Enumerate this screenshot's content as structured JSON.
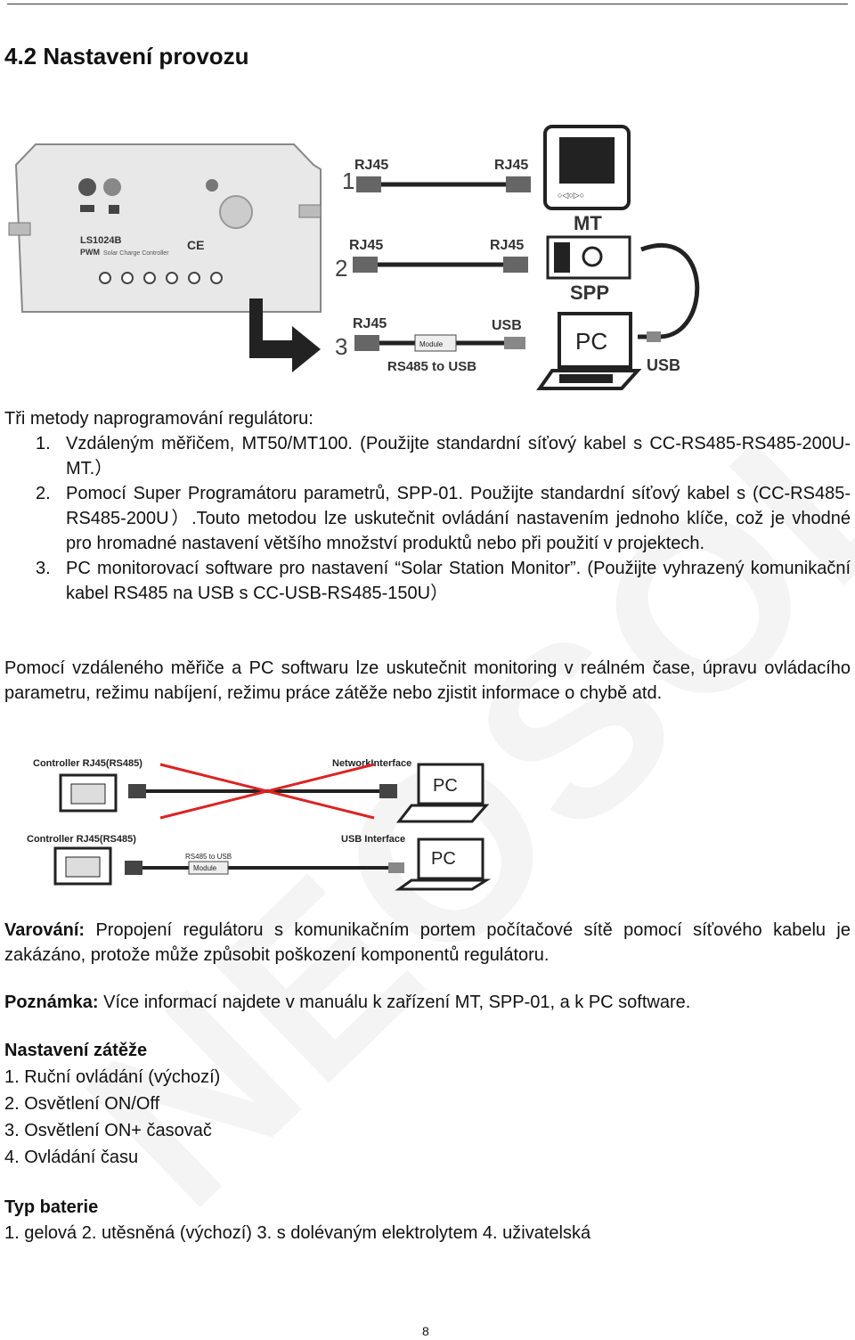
{
  "heading": "4.2 Nastavení provozu",
  "watermark": "NEOSOLAR",
  "figure1": {
    "controller_model": "LS1024B",
    "controller_sub": "PWM",
    "controller_caption": "Solar Charge Controller",
    "ce_mark": "CE",
    "rows": [
      {
        "num": "1",
        "left": "RJ45",
        "right": "RJ45"
      },
      {
        "num": "2",
        "left": "RJ45",
        "right": "RJ45"
      },
      {
        "num": "3",
        "left": "RJ45",
        "right": "USB"
      }
    ],
    "module_label": "Module",
    "module_caption": "RS485 to USB",
    "device_mt": "MT",
    "device_spp": "SPP",
    "device_pc": "PC",
    "usb_label": "USB"
  },
  "intro": "Tři metody naprogramování regulátoru:",
  "methods": [
    {
      "num": "1.",
      "text": "Vzdáleným měřičem, MT50/MT100. (Použijte standardní síťový kabel s CC-RS485-RS485-200U-MT.）"
    },
    {
      "num": "2.",
      "text": "Pomocí Super Programátoru parametrů, SPP-01. Použijte standardní síťový kabel s (CC-RS485-RS485-200U）.Touto metodou lze uskutečnit ovládání nastavením jednoho klíče, což je vhodné pro hromadné nastavení většího množství produktů nebo při použití v projektech."
    },
    {
      "num": "3.",
      "text": "PC monitorovací software pro nastavení “Solar Station Monitor”. (Použijte vyhrazený komunikační kabel RS485 na USB s CC-USB-RS485-150U）"
    }
  ],
  "paragraph": "Pomocí vzdáleného měřiče a PC softwaru lze uskutečnit monitoring v reálném čase, úpravu ovládacího parametru, režimu nabíjení, režimu práce zátěže nebo zjistit informace o chybě atd.",
  "figure2": {
    "top_left": "Controller RJ45(RS485)",
    "top_right": "NetworkInterface",
    "top_pc": "PC",
    "bottom_left": "Controller RJ45(RS485)",
    "bottom_right": "USB Interface",
    "bottom_pc": "PC",
    "module_caption": "RS485 to USB",
    "module_label": "Module"
  },
  "warning": {
    "label": "Varování:",
    "text": " Propojení regulátoru s komunikačním portem počítačové sítě pomocí síťového kabelu je zakázáno, protože může způsobit poškození komponentů regulátoru."
  },
  "note": {
    "label": "Poznámka:",
    "text": " Více informací najdete v manuálu k zařízení MT, SPP-01, a k PC software."
  },
  "load_settings": {
    "title": "Nastavení zátěže",
    "items": [
      "1. Ruční ovládání (výchozí)",
      "2. Osvětlení ON/Off",
      "3. Osvětlení ON+ časovač",
      "4. Ovládání času"
    ]
  },
  "battery": {
    "title": "Typ baterie",
    "text": "1. gelová 2. utěsněná (výchozí) 3. s dolévaným elektrolytem 4. uživatelská"
  },
  "page_number": "8"
}
